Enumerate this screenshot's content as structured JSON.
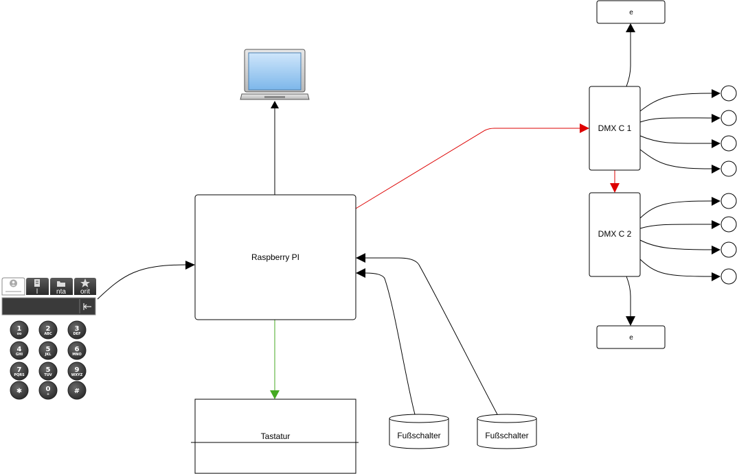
{
  "diagram": {
    "nodes": {
      "raspberry": "Raspberry PI",
      "tastatur": "Tastatur",
      "fuss1": "Fußschalter",
      "fuss2": "Fußschalter",
      "dmx1": "DMX C 1",
      "dmx2": "DMX C 2",
      "top_e": "e",
      "bottom_e": "e"
    },
    "colors": {
      "red_link": "#dd0000",
      "green_link": "#44aa22",
      "black_link": "#000000"
    }
  },
  "phone": {
    "tabs": [
      {
        "label": "",
        "icon": "contact-icon"
      },
      {
        "label": "l",
        "icon": "list-icon"
      },
      {
        "label": "nta",
        "icon": "folder-icon"
      },
      {
        "label": "orit",
        "icon": "star-icon"
      }
    ],
    "backspace_icon": "backspace-icon",
    "keys": [
      {
        "digit": "1",
        "letters": "oo"
      },
      {
        "digit": "2",
        "letters": "ABC"
      },
      {
        "digit": "3",
        "letters": "DEF"
      },
      {
        "digit": "4",
        "letters": "GHI"
      },
      {
        "digit": "5",
        "letters": "JKL"
      },
      {
        "digit": "6",
        "letters": "MNO"
      },
      {
        "digit": "7",
        "letters": "PQRS"
      },
      {
        "digit": "5",
        "letters": "TUV"
      },
      {
        "digit": "9",
        "letters": "WXYZ"
      },
      {
        "digit": "✱",
        "letters": ""
      },
      {
        "digit": "0",
        "letters": "+"
      },
      {
        "digit": "#",
        "letters": ""
      }
    ]
  }
}
